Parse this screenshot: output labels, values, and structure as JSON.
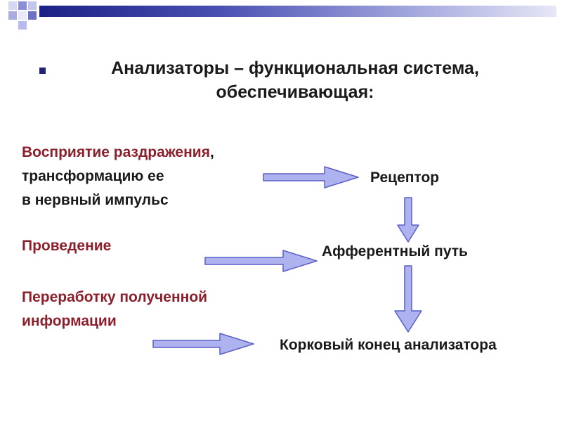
{
  "title": {
    "line1": "Анализаторы – функциональная система,",
    "line2": "обеспечивающая:"
  },
  "functions": [
    {
      "lines": [
        {
          "parts": [
            {
              "text": "Восприятие раздражения",
              "color": "#8b1f2c"
            },
            {
              "text": ",",
              "color": "#1a1a1a"
            }
          ]
        },
        {
          "parts": [
            {
              "text": "трансформацию ее",
              "color": "#1a1a1a"
            }
          ]
        },
        {
          "parts": [
            {
              "text": "в нервный импульс",
              "color": "#1a1a1a"
            }
          ]
        }
      ]
    },
    {
      "lines": [
        {
          "parts": [
            {
              "text": "Проведение",
              "color": "#8b1f2c"
            }
          ]
        }
      ]
    },
    {
      "lines": [
        {
          "parts": [
            {
              "text": "Переработку полученной",
              "color": "#8b1f2c"
            }
          ]
        },
        {
          "parts": [
            {
              "text": "информации",
              "color": "#8b1f2c"
            }
          ]
        }
      ]
    }
  ],
  "nodes": {
    "receptor": "Рецептор",
    "afferent": "Афферентный путь",
    "cortical": "Корковый конец анализатора"
  },
  "colors": {
    "accent_dark": "#1c2285",
    "term_red": "#8b1f2c",
    "arrow_fill": "#aeb3f0",
    "arrow_stroke": "#5a5fc6"
  }
}
